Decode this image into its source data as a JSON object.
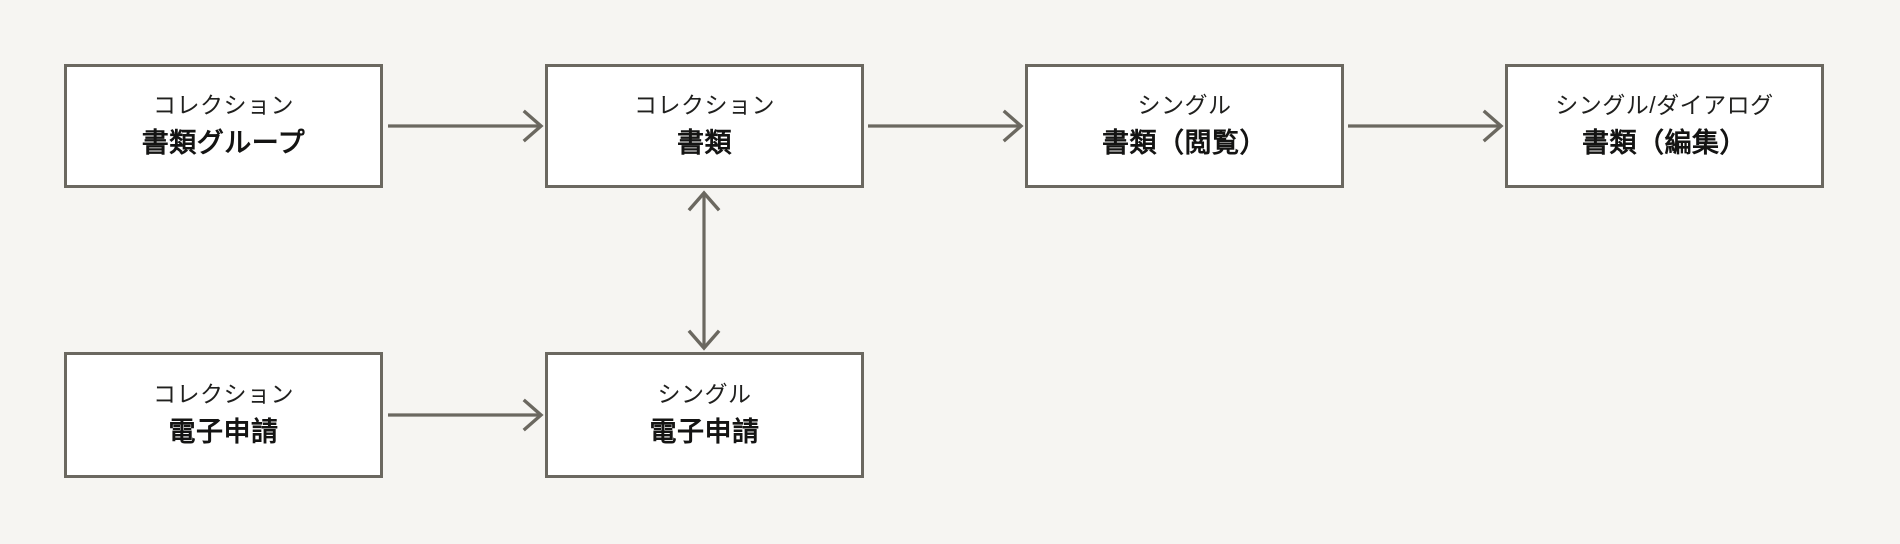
{
  "diagram": {
    "background_color": "#f6f5f2",
    "box_fill_color": "#ffffff",
    "box_border_color": "#6b6860",
    "arrow_color": "#6b6860",
    "text_color": "#141413",
    "nodes": [
      {
        "id": "document-group-collection",
        "kind": "コレクション",
        "title": "書類グループ",
        "row": 1,
        "column": 1
      },
      {
        "id": "document-collection",
        "kind": "コレクション",
        "title": "書類",
        "row": 1,
        "column": 2
      },
      {
        "id": "document-single-view",
        "kind": "シングル",
        "title": "書類（閲覧）",
        "row": 1,
        "column": 3
      },
      {
        "id": "document-single-dialog-edit",
        "kind": "シングル/ダイアログ",
        "title": "書類（編集）",
        "row": 1,
        "column": 4
      },
      {
        "id": "eapplication-collection",
        "kind": "コレクション",
        "title": "電子申請",
        "row": 2,
        "column": 1
      },
      {
        "id": "eapplication-single",
        "kind": "シングル",
        "title": "電子申請",
        "row": 2,
        "column": 2
      }
    ],
    "connectors": [
      {
        "id": "arrow-group-to-document",
        "from": "document-group-collection",
        "to": "document-collection",
        "direction": "right",
        "bidirectional": false
      },
      {
        "id": "arrow-document-to-view",
        "from": "document-collection",
        "to": "document-single-view",
        "direction": "right",
        "bidirectional": false
      },
      {
        "id": "arrow-view-to-edit",
        "from": "document-single-view",
        "to": "document-single-dialog-edit",
        "direction": "right",
        "bidirectional": false
      },
      {
        "id": "arrow-eapp-collection-to-single",
        "from": "eapplication-collection",
        "to": "eapplication-single",
        "direction": "right",
        "bidirectional": false
      },
      {
        "id": "arrow-document-eapp-bidirectional",
        "from": "document-collection",
        "to": "eapplication-single",
        "direction": "vertical",
        "bidirectional": true
      }
    ]
  }
}
